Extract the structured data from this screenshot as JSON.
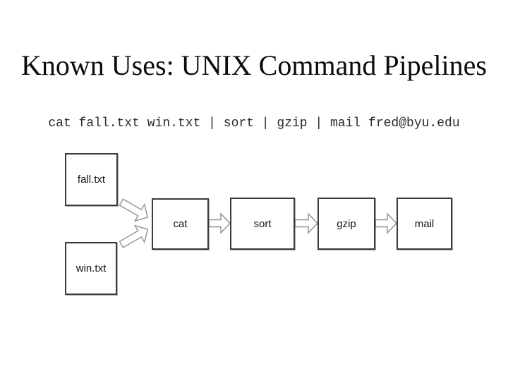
{
  "slide": {
    "title": "Known Uses: UNIX Command Pipelines",
    "command": "cat fall.txt win.txt | sort | gzip | mail fred@byu.edu"
  },
  "diagram": {
    "nodes": [
      {
        "id": "fall-txt",
        "label": "fall.txt"
      },
      {
        "id": "win-txt",
        "label": "win.txt"
      },
      {
        "id": "cat",
        "label": "cat"
      },
      {
        "id": "sort",
        "label": "sort"
      },
      {
        "id": "gzip",
        "label": "gzip"
      },
      {
        "id": "mail",
        "label": "mail"
      }
    ],
    "connections": [
      {
        "from": "fall.txt",
        "to": "cat"
      },
      {
        "from": "win.txt",
        "to": "cat"
      },
      {
        "from": "cat",
        "to": "sort"
      },
      {
        "from": "sort",
        "to": "gzip"
      },
      {
        "from": "gzip",
        "to": "mail"
      }
    ],
    "colors": {
      "box_border": "#3a3a3a",
      "box_fill": "#ffffff",
      "arrow_outline": "#8f8f8f",
      "arrow_fill": "#ffffff",
      "text": "#141414",
      "background": "#ffffff"
    }
  }
}
